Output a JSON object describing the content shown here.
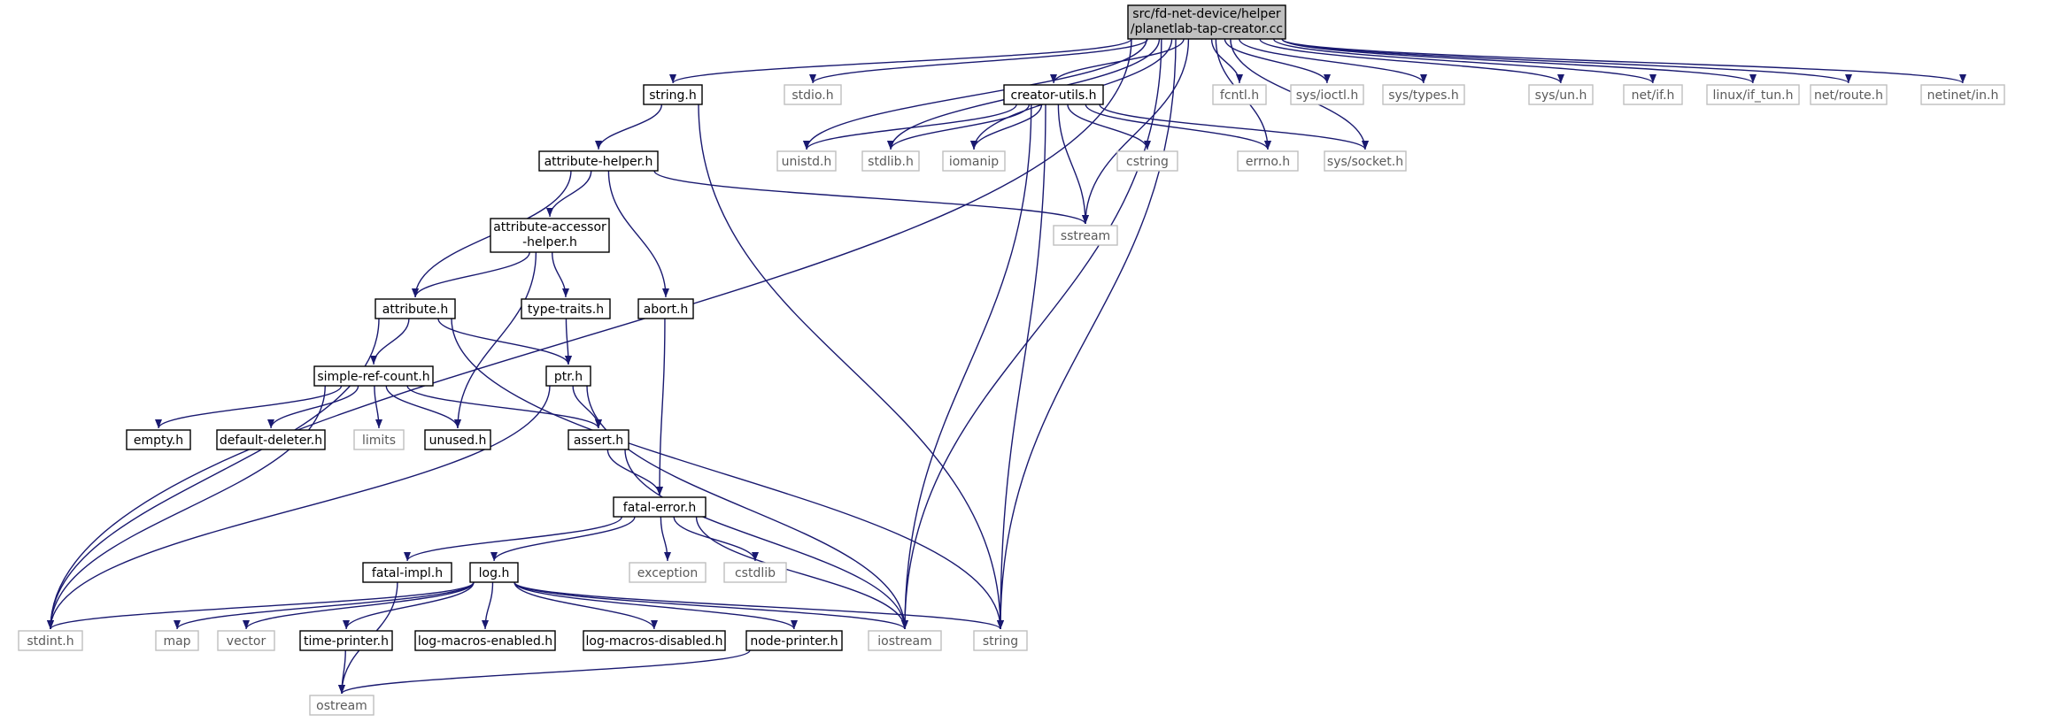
{
  "colors": {
    "edge": "#191970",
    "root_fill": "#bfbfbf",
    "local_border": "#000000",
    "system_border": "#bfbfbf",
    "system_text": "#5a5a5a"
  },
  "nodes": [
    {
      "id": "root",
      "label": "src/fd-net-device/helper\n/planetlab-tap-creator.cc",
      "kind": "root"
    },
    {
      "id": "string_h",
      "label": "string.h",
      "kind": "local"
    },
    {
      "id": "stdio_h",
      "label": "stdio.h",
      "kind": "system"
    },
    {
      "id": "creator_utils_h",
      "label": "creator-utils.h",
      "kind": "local"
    },
    {
      "id": "fcntl_h",
      "label": "fcntl.h",
      "kind": "system"
    },
    {
      "id": "sys_ioctl_h",
      "label": "sys/ioctl.h",
      "kind": "system"
    },
    {
      "id": "sys_types_h",
      "label": "sys/types.h",
      "kind": "system"
    },
    {
      "id": "sys_un_h",
      "label": "sys/un.h",
      "kind": "system"
    },
    {
      "id": "net_if_h",
      "label": "net/if.h",
      "kind": "system"
    },
    {
      "id": "linux_if_tun_h",
      "label": "linux/if_tun.h",
      "kind": "system"
    },
    {
      "id": "net_route_h",
      "label": "net/route.h",
      "kind": "system"
    },
    {
      "id": "netinet_in_h",
      "label": "netinet/in.h",
      "kind": "system"
    },
    {
      "id": "unistd_h",
      "label": "unistd.h",
      "kind": "system"
    },
    {
      "id": "stdlib_h",
      "label": "stdlib.h",
      "kind": "system"
    },
    {
      "id": "iomanip",
      "label": "iomanip",
      "kind": "system"
    },
    {
      "id": "cstring",
      "label": "cstring",
      "kind": "system"
    },
    {
      "id": "errno_h",
      "label": "errno.h",
      "kind": "system"
    },
    {
      "id": "sys_socket_h",
      "label": "sys/socket.h",
      "kind": "system"
    },
    {
      "id": "attribute_helper_h",
      "label": "attribute-helper.h",
      "kind": "local"
    },
    {
      "id": "sstream",
      "label": "sstream",
      "kind": "system"
    },
    {
      "id": "attribute_accessor_helper_h",
      "label": "attribute-accessor\n-helper.h",
      "kind": "local"
    },
    {
      "id": "attribute_h",
      "label": "attribute.h",
      "kind": "local"
    },
    {
      "id": "type_traits_h",
      "label": "type-traits.h",
      "kind": "local"
    },
    {
      "id": "abort_h",
      "label": "abort.h",
      "kind": "local"
    },
    {
      "id": "simple_ref_count_h",
      "label": "simple-ref-count.h",
      "kind": "local"
    },
    {
      "id": "ptr_h",
      "label": "ptr.h",
      "kind": "local"
    },
    {
      "id": "empty_h",
      "label": "empty.h",
      "kind": "local"
    },
    {
      "id": "default_deleter_h",
      "label": "default-deleter.h",
      "kind": "local"
    },
    {
      "id": "limits",
      "label": "limits",
      "kind": "system"
    },
    {
      "id": "unused_h",
      "label": "unused.h",
      "kind": "local"
    },
    {
      "id": "assert_h",
      "label": "assert.h",
      "kind": "local"
    },
    {
      "id": "fatal_error_h",
      "label": "fatal-error.h",
      "kind": "local"
    },
    {
      "id": "fatal_impl_h",
      "label": "fatal-impl.h",
      "kind": "local"
    },
    {
      "id": "log_h",
      "label": "log.h",
      "kind": "local"
    },
    {
      "id": "exception",
      "label": "exception",
      "kind": "system"
    },
    {
      "id": "cstdlib",
      "label": "cstdlib",
      "kind": "system"
    },
    {
      "id": "stdint_h",
      "label": "stdint.h",
      "kind": "system"
    },
    {
      "id": "map",
      "label": "map",
      "kind": "system"
    },
    {
      "id": "vector",
      "label": "vector",
      "kind": "system"
    },
    {
      "id": "time_printer_h",
      "label": "time-printer.h",
      "kind": "local"
    },
    {
      "id": "log_macros_enabled_h",
      "label": "log-macros-enabled.h",
      "kind": "local"
    },
    {
      "id": "log_macros_disabled_h",
      "label": "log-macros-disabled.h",
      "kind": "local"
    },
    {
      "id": "node_printer_h",
      "label": "node-printer.h",
      "kind": "local"
    },
    {
      "id": "iostream",
      "label": "iostream",
      "kind": "system"
    },
    {
      "id": "string",
      "label": "string",
      "kind": "system"
    },
    {
      "id": "ostream",
      "label": "ostream",
      "kind": "system"
    }
  ],
  "edges": [
    [
      "root",
      "stdint_h"
    ],
    [
      "root",
      "string_h"
    ],
    [
      "root",
      "stdio_h"
    ],
    [
      "root",
      "iostream"
    ],
    [
      "root",
      "unistd_h"
    ],
    [
      "root",
      "stdlib_h"
    ],
    [
      "root",
      "iomanip"
    ],
    [
      "root",
      "creator_utils_h"
    ],
    [
      "root",
      "sstream"
    ],
    [
      "root",
      "errno_h"
    ],
    [
      "root",
      "fcntl_h"
    ],
    [
      "root",
      "sys_ioctl_h"
    ],
    [
      "root",
      "sys_socket_h"
    ],
    [
      "root",
      "sys_types_h"
    ],
    [
      "root",
      "sys_un_h"
    ],
    [
      "root",
      "net_if_h"
    ],
    [
      "root",
      "linux_if_tun_h"
    ],
    [
      "root",
      "net_route_h"
    ],
    [
      "root",
      "netinet_in_h"
    ],
    [
      "root",
      "string"
    ],
    [
      "string_h",
      "attribute_helper_h"
    ],
    [
      "string_h",
      "string"
    ],
    [
      "creator_utils_h",
      "unistd_h"
    ],
    [
      "creator_utils_h",
      "stdlib_h"
    ],
    [
      "creator_utils_h",
      "iomanip"
    ],
    [
      "creator_utils_h",
      "cstring"
    ],
    [
      "creator_utils_h",
      "sstream"
    ],
    [
      "creator_utils_h",
      "errno_h"
    ],
    [
      "creator_utils_h",
      "sys_socket_h"
    ],
    [
      "creator_utils_h",
      "iostream"
    ],
    [
      "creator_utils_h",
      "string"
    ],
    [
      "attribute_helper_h",
      "attribute_accessor_helper_h"
    ],
    [
      "attribute_helper_h",
      "attribute_h"
    ],
    [
      "attribute_helper_h",
      "abort_h"
    ],
    [
      "attribute_helper_h",
      "sstream"
    ],
    [
      "attribute_accessor_helper_h",
      "attribute_h"
    ],
    [
      "attribute_accessor_helper_h",
      "type_traits_h"
    ],
    [
      "attribute_accessor_helper_h",
      "unused_h"
    ],
    [
      "attribute_h",
      "simple_ref_count_h"
    ],
    [
      "attribute_h",
      "ptr_h"
    ],
    [
      "attribute_h",
      "stdint_h"
    ],
    [
      "attribute_h",
      "string"
    ],
    [
      "type_traits_h",
      "ptr_h"
    ],
    [
      "abort_h",
      "fatal_error_h"
    ],
    [
      "simple_ref_count_h",
      "empty_h"
    ],
    [
      "simple_ref_count_h",
      "default_deleter_h"
    ],
    [
      "simple_ref_count_h",
      "limits"
    ],
    [
      "simple_ref_count_h",
      "unused_h"
    ],
    [
      "simple_ref_count_h",
      "assert_h"
    ],
    [
      "simple_ref_count_h",
      "stdint_h"
    ],
    [
      "ptr_h",
      "assert_h"
    ],
    [
      "ptr_h",
      "iostream"
    ],
    [
      "ptr_h",
      "stdint_h"
    ],
    [
      "assert_h",
      "fatal_error_h"
    ],
    [
      "assert_h",
      "iostream"
    ],
    [
      "fatal_error_h",
      "fatal_impl_h"
    ],
    [
      "fatal_error_h",
      "log_h"
    ],
    [
      "fatal_error_h",
      "exception"
    ],
    [
      "fatal_error_h",
      "cstdlib"
    ],
    [
      "fatal_error_h",
      "iostream"
    ],
    [
      "fatal_impl_h",
      "ostream"
    ],
    [
      "log_h",
      "stdint_h"
    ],
    [
      "log_h",
      "map"
    ],
    [
      "log_h",
      "vector"
    ],
    [
      "log_h",
      "time_printer_h"
    ],
    [
      "log_h",
      "log_macros_enabled_h"
    ],
    [
      "log_h",
      "log_macros_disabled_h"
    ],
    [
      "log_h",
      "node_printer_h"
    ],
    [
      "log_h",
      "iostream"
    ],
    [
      "log_h",
      "string"
    ],
    [
      "time_printer_h",
      "ostream"
    ],
    [
      "node_printer_h",
      "ostream"
    ]
  ]
}
